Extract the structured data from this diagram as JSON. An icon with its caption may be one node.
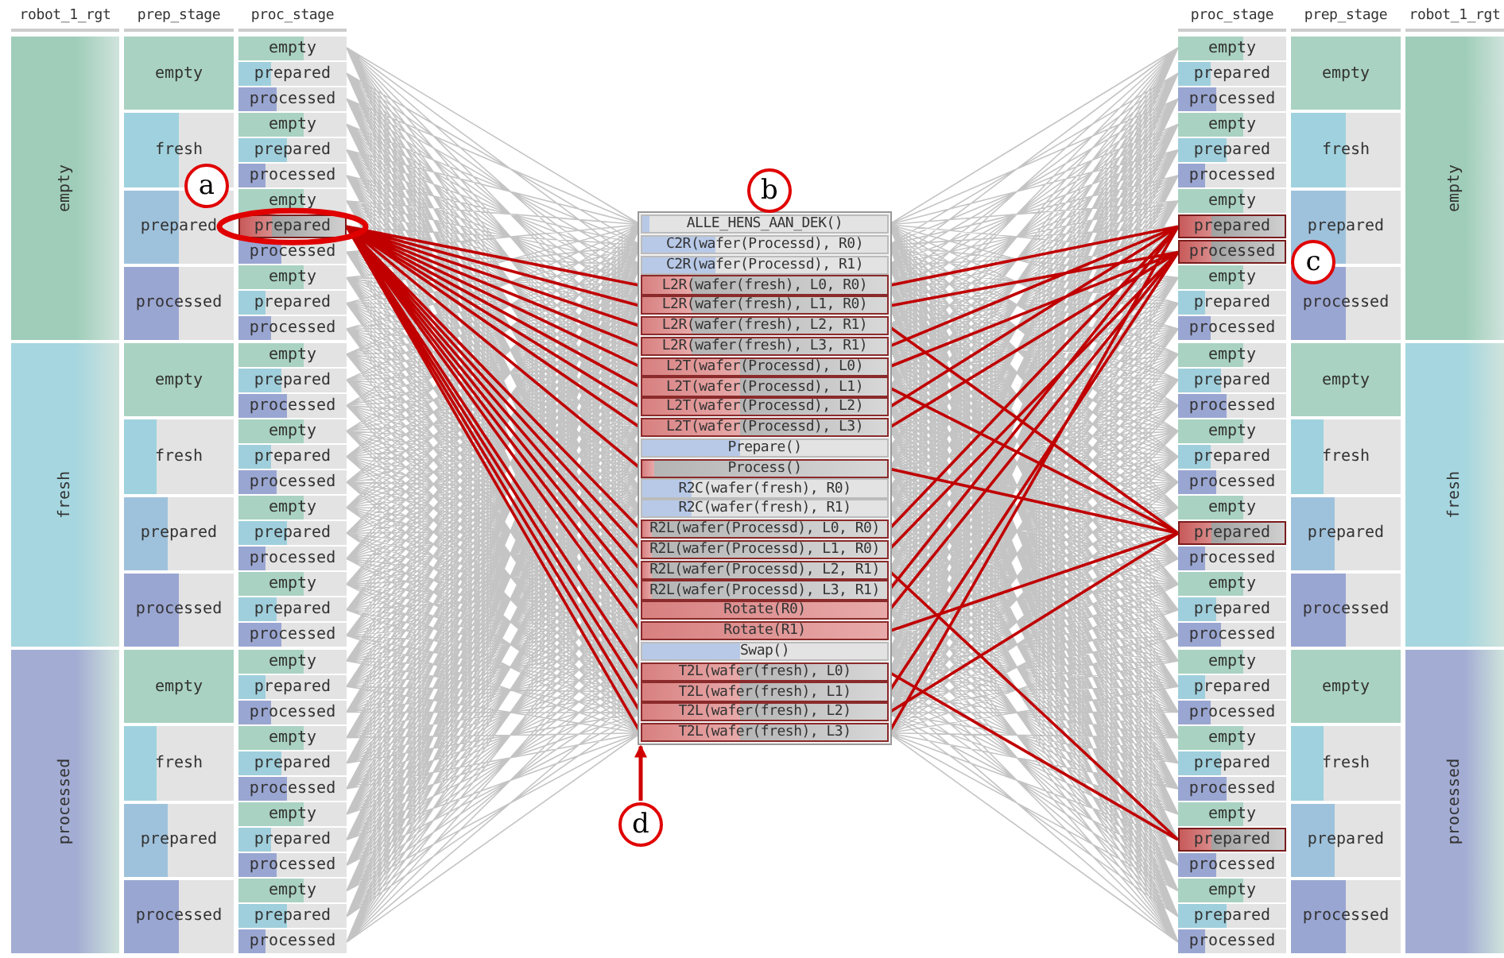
{
  "diagram": {
    "nodes": [
      {
        "text": [
          "a"
        ]
      },
      {
        "text": [
          "b"
        ]
      },
      {
        "text": [
          "c"
        ]
      },
      {
        "text": [
          "d"
        ]
      },
      {
        "text": [],
        "shape": "box"
      }
    ],
    "edges": [
      {
        "from": 3,
        "to": 4,
        "arrow": "to"
      }
    ],
    "labels": [
      "robot_1_rgt",
      "prep_stage",
      "proc_stage",
      "proc_stage",
      "prep_stage",
      "robot_1_rgt",
      "empty",
      "fresh",
      "processed",
      "empty",
      "fresh",
      "prepared",
      "processed",
      "empty",
      "fresh",
      "prepared",
      "processed",
      "empty",
      "fresh",
      "prepared",
      "processed",
      "empty",
      "prepared",
      "processed",
      "empty",
      "prepared",
      "processed",
      "empty",
      "prepared",
      "processed",
      "empty",
      "prepared",
      "processed",
      "empty",
      "prepared",
      "processed",
      "empty",
      "prepared",
      "processed",
      "empty",
      "prepared",
      "processed",
      "empty",
      "prepared",
      "processed",
      "empty",
      "prepared",
      "processed",
      "empty",
      "prepared",
      "processed",
      "empty",
      "prepared",
      "processed",
      "empty",
      "prepared",
      "processed",
      "ALLE_HENS_AAN_DEK()",
      "C2R(wafer(Processd), R0)",
      "C2R(wafer(Processd), R1)",
      "L2R(wafer(fresh), L0, R0)",
      "L2R(wafer(fresh), L1, R0)",
      "L2R(wafer(fresh), L2, R1)",
      "L2R(wafer(fresh), L3, R1)",
      "L2T(wafer(Processd), L0)",
      "L2T(wafer(Processd), L1)",
      "L2T(wafer(Processd), L2)",
      "L2T(wafer(Processd), L3)",
      "Prepare()",
      "Process()",
      "R2C(wafer(fresh), R0)",
      "R2C(wafer(fresh), R1)",
      "R2L(wafer(Processd), L0, R0)",
      "R2L(wafer(Processd), L1, R0)",
      "R2L(wafer(Processd), L2, R1)",
      "R2L(wafer(Processd), L3, R1)",
      "Rotate(R0)",
      "Rotate(R1)",
      "Swap()",
      "T2L(wafer(fresh), L0)",
      "T2L(wafer(fresh), L1)",
      "T2L(wafer(fresh), L2)",
      "T2L(wafer(fresh), L3)",
      "empty",
      "prepared",
      "processed",
      "empty",
      "prepared",
      "processed",
      "empty",
      "prepared",
      "processed",
      "empty",
      "prepared",
      "processed",
      "empty",
      "prepared",
      "processed",
      "empty",
      "prepared",
      "processed",
      "empty",
      "prepared",
      "processed",
      "empty",
      "prepared",
      "processed",
      "empty",
      "prepared",
      "processed",
      "empty",
      "prepared",
      "processed",
      "empty",
      "prepared",
      "processed",
      "empty",
      "prepared",
      "processed",
      "empty",
      "fresh",
      "prepared",
      "processed",
      "empty",
      "fresh",
      "prepared",
      "processed",
      "empty",
      "fresh",
      "prepared",
      "processed",
      "empty",
      "fresh",
      "processed"
    ]
  }
}
